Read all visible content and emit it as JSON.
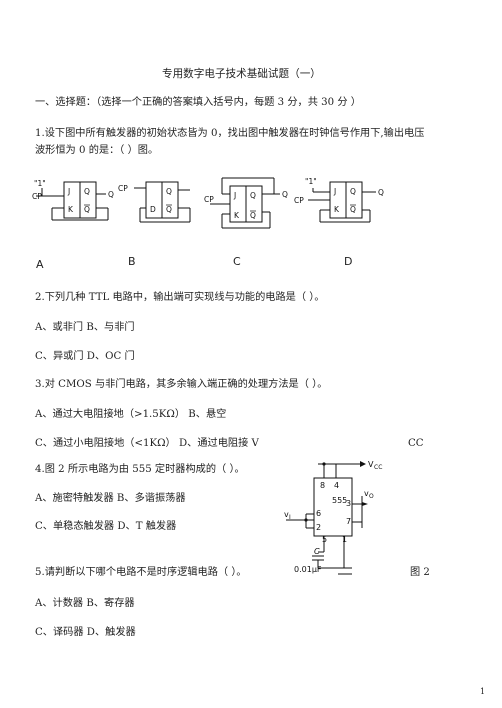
{
  "title": "专用数字电子技术基础试题（一）",
  "section": "一、选择题：（选择一个正确的答案填入括号内，每题 3 分，共 30 分 ）",
  "q1": {
    "line1": "1.设下图中所有触发器的初始状态皆为 0，找出图中触发器在时钟信号作用下,输出电压",
    "line2": "波形恒为 0 的是：（  ）图。",
    "captions": [
      "A",
      "B",
      "C",
      "D"
    ],
    "labels": {
      "one_a": "\"1\"",
      "one_d": "\"1\"",
      "cp": "CP",
      "j": "J",
      "k": "K",
      "d": "D",
      "q": "Q",
      "qbar": "Q"
    }
  },
  "q2": {
    "question": "2.下列几种 TTL 电路中，输出端可实现线与功能的电路是（ ）。",
    "opt_a": "A、或非门 B、与非门",
    "opt_b": "C、异或门 D、OC 门"
  },
  "q3": {
    "question": "3.对 CMOS 与非门电路，其多余输入端正确的处理方法是（ ）。",
    "opt_a": "A、通过大电阻接地（>1.5KΩ） B、悬空",
    "opt_b": "C、通过小电阻接地（<1KΩ） D、通过电阻接 V",
    "opt_b_tail": "CC"
  },
  "q4": {
    "question": "4.图 2 所示电路为由 555 定时器构成的（ ）。",
    "opt_a": "A、施密特触发器 B、多谐振荡器",
    "opt_b": "C、单稳态触发器 D、T 触发器",
    "chip": "555",
    "pins": [
      "8",
      "4",
      "3",
      "7",
      "6",
      "2",
      "5",
      "1"
    ],
    "vcc": "V",
    "vcc_sub": "CC",
    "vo": "v",
    "vo_sub": "O",
    "vi": "v",
    "vi_sub": "I",
    "cap_label": "C",
    "cap_value": "0.01μF"
  },
  "q5": {
    "question": "5.请判断以下哪个电路不是时序逻辑电路（ ）。",
    "figure_label": "图 2",
    "opt_a": "A、计数器 B、寄存器",
    "opt_b": "C、译码器 D、触发器"
  },
  "page_number": "1"
}
